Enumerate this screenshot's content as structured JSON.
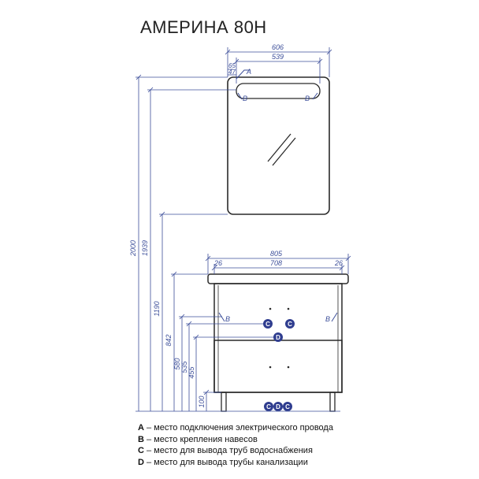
{
  "title": "АМЕРИНА 80Н",
  "mirror": {
    "width_total": "606",
    "width_inner": "539",
    "offset_a": "65",
    "offset_b": "47",
    "marker_a": "A",
    "marker_b_left": "B",
    "marker_b_right": "B"
  },
  "cabinet": {
    "width_total": "805",
    "width_inner": "708",
    "side_left": "26",
    "side_right": "26",
    "marker_b_left": "B",
    "marker_b_right": "B",
    "marker_c_left": "C",
    "marker_c_right": "C",
    "marker_d": "D",
    "bottom_markers": [
      "C",
      "D",
      "C"
    ]
  },
  "heights": {
    "h2000": "2000",
    "h1939": "1939",
    "h1190": "1190",
    "h842": "842",
    "h580": "580",
    "h535": "535",
    "h455": "455",
    "h100": "100"
  },
  "legend": [
    {
      "key": "A",
      "text": " – место подключения электрического провода"
    },
    {
      "key": "B",
      "text": " – место крепления навесов"
    },
    {
      "key": "C",
      "text": " – место для вывода труб водоснабжения"
    },
    {
      "key": "D",
      "text": " – место для вывода трубы канализации"
    }
  ],
  "colors": {
    "line": "#2a2a2a",
    "dimension": "#3d4f9a",
    "marker_fill": "#2f3d8f"
  }
}
